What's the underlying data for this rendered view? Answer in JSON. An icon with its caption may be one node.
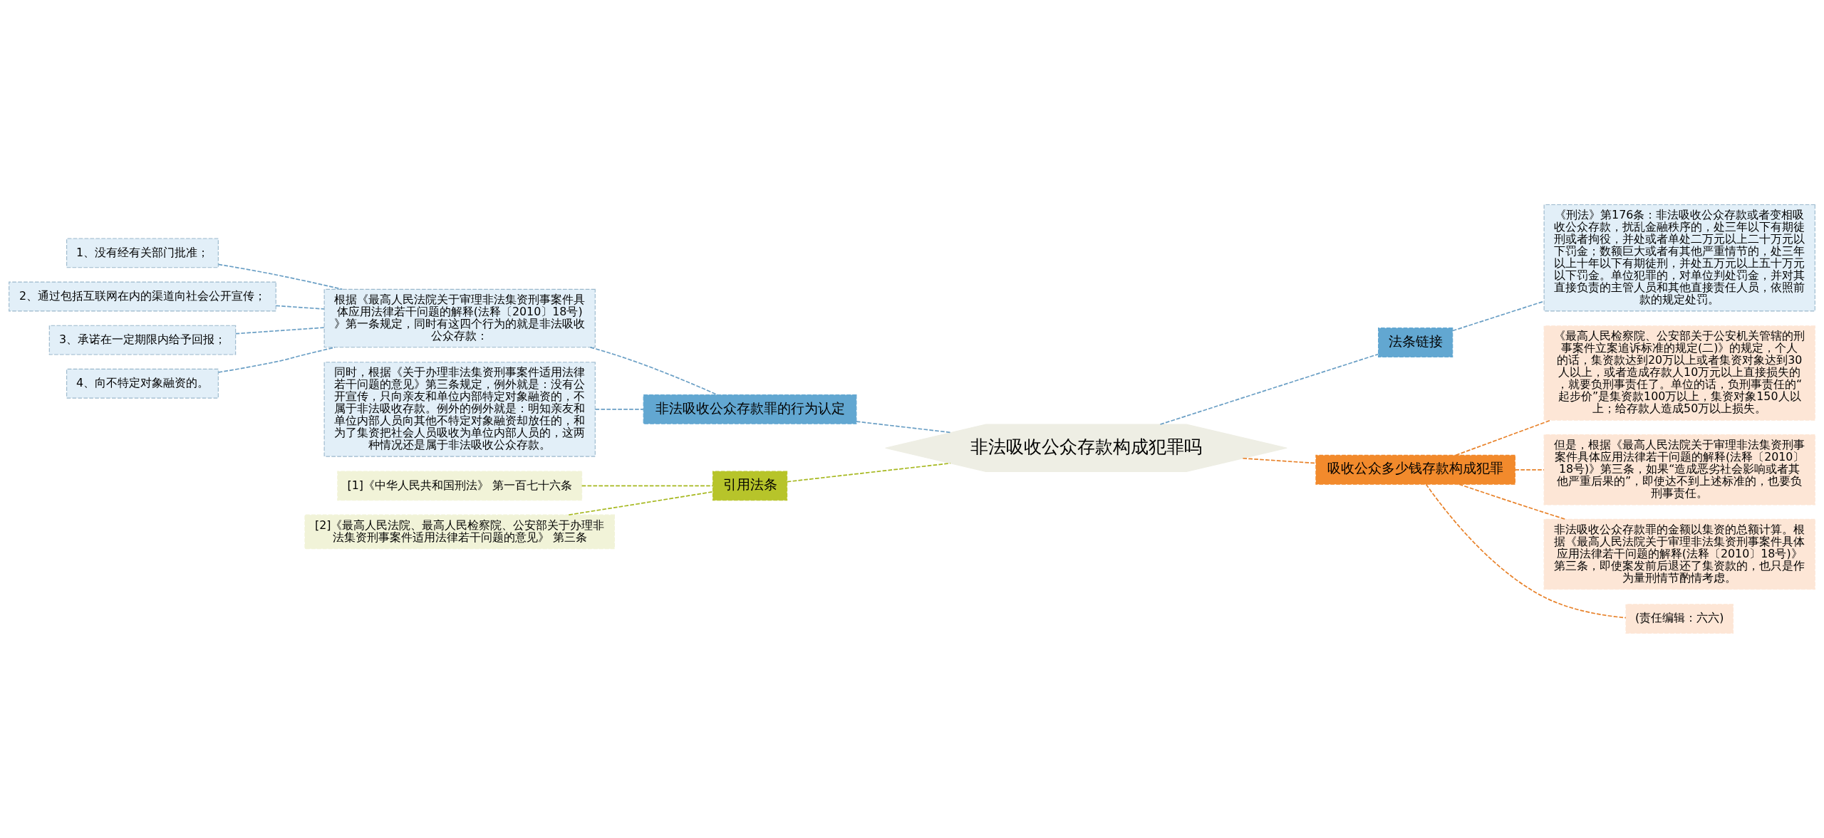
{
  "diagram": {
    "nodes": [
      {
        "text": [
          "非法吸收公众存款构成犯罪吗"
        ]
      },
      {
        "text": [
          "非法吸收公众存款罪的行为认定"
        ]
      },
      {
        "text": [
          "根据《最高人民法院关于审理非法集资刑事案件具体应用法律若干问题的解释(法释〔2010〕18号)》第一条规定，同时有这四个行为的就是非法吸收公众存款："
        ]
      },
      {
        "text": [
          "1、没有经有关部门批准；"
        ]
      },
      {
        "text": [
          "2、通过包括互联网在内的渠道向社会公开宣传；"
        ]
      },
      {
        "text": [
          "3、承诺在一定期限内给予回报；"
        ]
      },
      {
        "text": [
          "4、向不特定对象融资的。"
        ]
      },
      {
        "text": [
          "同时，根据《关于办理非法集资刑事案件适用法律若干问题的意见》第三条规定，例外就是：没有公开宣传，只向亲友和单位内部特定对象融资的，不属于非法吸收存款。例外的例外就是：明知亲友和单位内部人员向其他不特定对象融资却放任的，和为了集资把社会人员吸收为单位内部人员的，这两种情况还是属于非法吸收公众存款。"
        ]
      },
      {
        "text": [
          "引用法条"
        ]
      },
      {
        "text": [
          "[1]《中华人民共和国刑法》 第一百七十六条"
        ]
      },
      {
        "text": [
          "[2]《最高人民法院、最高人民检察院、公安部关于办理非法集资刑事案件适用法律若干问题的意见》 第三条"
        ]
      },
      {
        "text": [
          "法条链接"
        ]
      },
      {
        "text": [
          "《刑法》第176条：非法吸收公众存款或者变相吸收公众存款，扰乱金融秩序的，处三年以下有期徒刑或者拘役，并处或者单处二万元以上二十万元以下罚金；数额巨大或者有其他严重情节的，处三年以上十年以下有期徒刑，并处五万元以上五十万元以下罚金。单位犯罪的，对单位判处罚金，并对其直接负责的主管人员和其他直接责任人员，依照前款的规定处罚。"
        ]
      },
      {
        "text": [
          "吸收公众多少钱存款构成犯罪"
        ]
      },
      {
        "text": [
          "《最高人民检察院、公安部关于公安机关管辖的刑事案件立案追诉标准的规定(二)》的规定，个人的话，集资款达到20万以上或者集资对象达到30人以上，或者造成存款人10万元以上直接损失的，就要负刑事责任了。单位的话，负刑事责任的“起步价”是集资款100万以上，集资对象150人以上；给存款人造成50万以上损失。"
        ]
      },
      {
        "text": [
          "但是，根据《最高人民法院关于审理非法集资刑事案件具体应用法律若干问题的解释(法释〔2010〕18号)》第三条，如果“造成恶劣社会影响或者其他严重后果的”，即使达不到上述标准的，也要负刑事责任。"
        ]
      },
      {
        "text": [
          "非法吸收公众存款罪的金额以集资的总额计算。根据《最高人民法院关于审理非法集资刑事案件具体应用法律若干问题的解释(法释〔2010〕18号)》第三条，即使案发前后退还了集资款的，也只是作为量刑情节酌情考虑。"
        ]
      },
      {
        "text": [
          "(责任编辑：六六)"
        ]
      }
    ],
    "edges": [
      {
        "from": 0,
        "to": 1,
        "arrow": "none",
        "style": "dashed"
      },
      {
        "from": 1,
        "to": 2,
        "arrow": "none",
        "style": "dashed"
      },
      {
        "from": 2,
        "to": 3,
        "arrow": "none",
        "style": "dashed"
      },
      {
        "from": 2,
        "to": 4,
        "arrow": "none",
        "style": "dashed"
      },
      {
        "from": 2,
        "to": 5,
        "arrow": "none",
        "style": "dashed"
      },
      {
        "from": 2,
        "to": 6,
        "arrow": "none",
        "style": "dashed"
      },
      {
        "from": 1,
        "to": 7,
        "arrow": "none",
        "style": "dashed"
      },
      {
        "from": 0,
        "to": 8,
        "arrow": "none",
        "style": "dashed",
        "color": "#a6b81f"
      },
      {
        "from": 8,
        "to": 9,
        "arrow": "none",
        "style": "dashed",
        "color": "#a6b81f"
      },
      {
        "from": 8,
        "to": 10,
        "arrow": "none",
        "style": "dashed",
        "color": "#a6b81f"
      },
      {
        "from": 0,
        "to": 11,
        "arrow": "none",
        "style": "dashed"
      },
      {
        "from": 11,
        "to": 12,
        "arrow": "none",
        "style": "dashed"
      },
      {
        "from": 0,
        "to": 13,
        "arrow": "none",
        "style": "dashed",
        "color": "#e8822a"
      },
      {
        "from": 13,
        "to": 14,
        "arrow": "none",
        "style": "dashed",
        "color": "#e8822a"
      },
      {
        "from": 13,
        "to": 15,
        "arrow": "none",
        "style": "dashed",
        "color": "#e8822a"
      },
      {
        "from": 13,
        "to": 16,
        "arrow": "none",
        "style": "dashed",
        "color": "#e8822a"
      },
      {
        "from": 13,
        "to": 17,
        "arrow": "none",
        "style": "dashed",
        "color": "#e8822a"
      }
    ]
  }
}
